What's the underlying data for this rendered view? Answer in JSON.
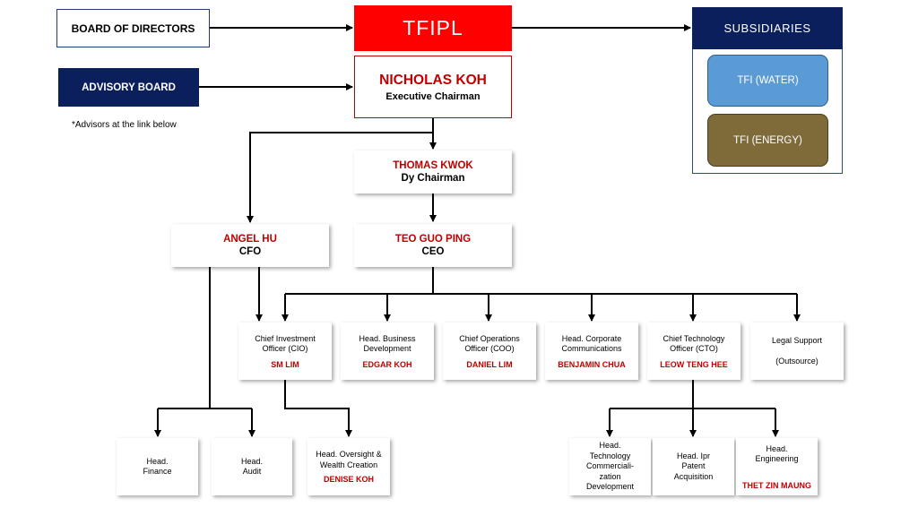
{
  "top": {
    "board_of_directors": "BOARD OF DIRECTORS",
    "tfipl": "TFIPL",
    "subsidiaries": "SUBSIDIARIES",
    "subsidiary_items": [
      "TFI (WATER)",
      "TFI (ENERGY)"
    ],
    "advisory_board": "ADVISORY BOARD",
    "advisors_note": "*Advisors at the link below"
  },
  "chairman": {
    "name": "NICHOLAS KOH",
    "role": "Executive Chairman"
  },
  "dy_chairman": {
    "name": "THOMAS KWOK",
    "role": "Dy Chairman"
  },
  "cfo": {
    "name": "ANGEL HU",
    "role": "CFO"
  },
  "ceo": {
    "name": "TEO GUO PING",
    "role": "CEO"
  },
  "level3": [
    {
      "title": "Chief Investment Officer (CIO)",
      "name": "SM LIM"
    },
    {
      "title": "Head. Business Development",
      "name": "EDGAR KOH"
    },
    {
      "title": "Chief Operations Officer (COO)",
      "name": "DANIEL LIM"
    },
    {
      "title": "Head. Corporate Communications",
      "name": "BENJAMIN CHUA"
    },
    {
      "title": "Chief Technology Officer (CTO)",
      "name": "LEOW TENG HEE"
    },
    {
      "title": "Legal Support",
      "note": "(Outsource)"
    }
  ],
  "level4": [
    {
      "title": "Head. Finance"
    },
    {
      "title": "Head. Audit"
    },
    {
      "title": "Head. Oversight & Wealth Creation",
      "name": "DENISE KOH"
    },
    {
      "title": "Head. Technology Commerciali-zation Development"
    },
    {
      "title": "Head. Ipr Patent Acquisition"
    },
    {
      "title": "Head. Engineering",
      "name": "THET ZIN MAUNG"
    }
  ],
  "colors": {
    "tfipl_red": "#ff0000",
    "navy": "#0b1f5c",
    "name_red": "#c00000",
    "water_blue": "#5b9bd5",
    "energy_olive": "#7f6a3a"
  }
}
